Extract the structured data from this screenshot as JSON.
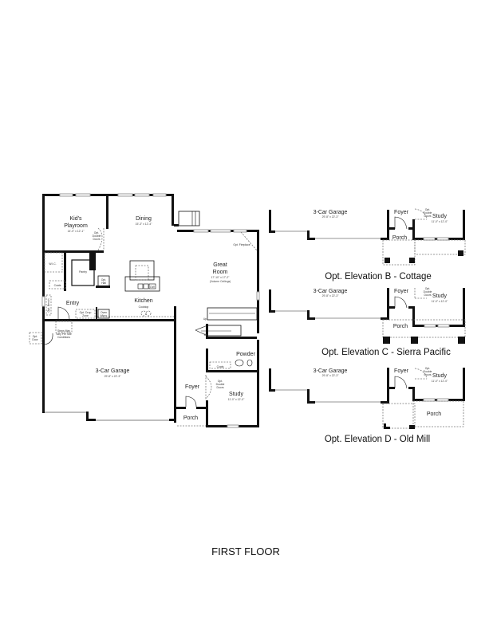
{
  "title": "FIRST FLOOR",
  "main_plan": {
    "rooms": {
      "kids_playroom": {
        "label_1": "Kid's",
        "label_2": "Playroom",
        "dim": "14'-0\" x 12'-1\""
      },
      "dining": {
        "label": "Dining",
        "dim": "15'-3\" x 12'-4\""
      },
      "great_room": {
        "label_1": "Great",
        "label_2": "Room",
        "dim": "17'-10\" x 17'-2\"",
        "note": "(Volume Ceilings)"
      },
      "kitchen": {
        "label": "Kitchen"
      },
      "entry": {
        "label": "Entry"
      },
      "garage": {
        "label": "3-Car Garage",
        "dim": "29'-8\" x 22'-3\""
      },
      "powder": {
        "label": "Powder"
      },
      "foyer": {
        "label": "Foyer"
      },
      "study": {
        "label": "Study",
        "dim": "11'-0\" x 12'-0\""
      },
      "porch": {
        "label": "Porch"
      }
    },
    "annotations": {
      "opt_double_doors_1": "Opt.",
      "opt_double_doors_2": "Double",
      "opt_double_doors_3": "Doors",
      "wic": "W.I.C.",
      "pantry": "Pantry",
      "coats": "Coats",
      "opt_bench": "Opt. Bench",
      "opt_hall_1": "Opt.",
      "opt_hall_2": "Hall",
      "dw": "DW",
      "cooktop": "Cooktop",
      "opt_drop_zone_1": "Opt. Drop",
      "opt_drop_zone_2": "Zone",
      "oven_micro_1": "Oven",
      "oven_micro_2": "Micro",
      "steps_1": "Steps May",
      "steps_2": "Vary Per Site",
      "steps_3": "Conditions",
      "opt_door_1": "Opt.",
      "opt_door_2": "Door",
      "opt_fireplace": "Opt. Fireplace",
      "up": "Up",
      "dn": "Dn",
      "coats_2": "Coats",
      "study_doors_1": "Opt.",
      "study_doors_2": "Double",
      "study_doors_3": "Doors"
    }
  },
  "elevations": [
    {
      "caption": "Opt. Elevation B - Cottage",
      "garage_label": "3-Car Garage",
      "garage_dim": "29'-8\" x 22'-3\"",
      "foyer": "Foyer",
      "study": "Study",
      "study_dim": "11'-0\" x 12'-0\"",
      "porch": "Porch",
      "doors_1": "Opt.",
      "doors_2": "Double",
      "doors_3": "Doors"
    },
    {
      "caption": "Opt. Elevation C - Sierra Pacific",
      "garage_label": "3-Car Garage",
      "garage_dim": "29'-8\" x 22'-3\"",
      "foyer": "Foyer",
      "study": "Study",
      "study_dim": "11'-0\" x 12'-0\"",
      "porch": "Porch",
      "doors_1": "Opt.",
      "doors_2": "Double",
      "doors_3": "Doors"
    },
    {
      "caption": "Opt. Elevation D - Old Mill",
      "garage_label": "3-Car Garage",
      "garage_dim": "29'-8\" x 22'-3\"",
      "foyer": "Foyer",
      "study": "Study",
      "study_dim": "11'-0\" x 12'-0\"",
      "porch": "Porch",
      "doors_1": "Opt.",
      "doors_2": "Double",
      "doors_3": "Doors"
    }
  ]
}
